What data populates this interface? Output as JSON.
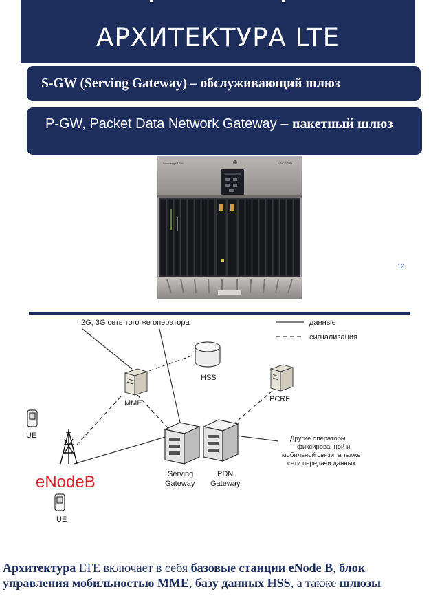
{
  "slide": {
    "title": "АРХИТЕКТУРА LTE",
    "page_number": "12"
  },
  "pills": {
    "sgw": "S-GW (Serving Gateway) – обслуживающий шлюз",
    "pgw_a": "P-GW, Packet Data Network Gateway – ",
    "pgw_b": "пакетный шлюз"
  },
  "equipment": {
    "brand": "ERICSSON"
  },
  "diagram": {
    "legend_data": "данные",
    "legend_signal": "сигнализация",
    "top_note": "2G, 3G сеть того же оператора",
    "hss": "HSS",
    "mme": "MME",
    "pcrf": "PCRF",
    "ue_top": "UE",
    "ue_bottom": "UE",
    "enodeb": "eNodeB",
    "sgw_line1": "Serving",
    "sgw_line2": "Gateway",
    "pdn_line1": "PDN",
    "pdn_line2": "Gateway",
    "other_1": "Другие операторы",
    "other_2": "фиксированной и",
    "other_3": "мобильной связи, а также",
    "other_4": "сети передачи данных",
    "enodeb_color": "#e0202a"
  },
  "caption": {
    "p1": "Архитектура",
    "p2": " LTE включает в себя ",
    "p3": "базовые станции eNode B",
    "p4": ", ",
    "p5": "блок управления мобильностью MME",
    "p6": ", ",
    "p7": "базу данных HSS",
    "p8": ", а также ",
    "p9": "шлюзы"
  },
  "colors": {
    "navy": "#1d2e5c",
    "accent_blue": "#4a74b8"
  }
}
